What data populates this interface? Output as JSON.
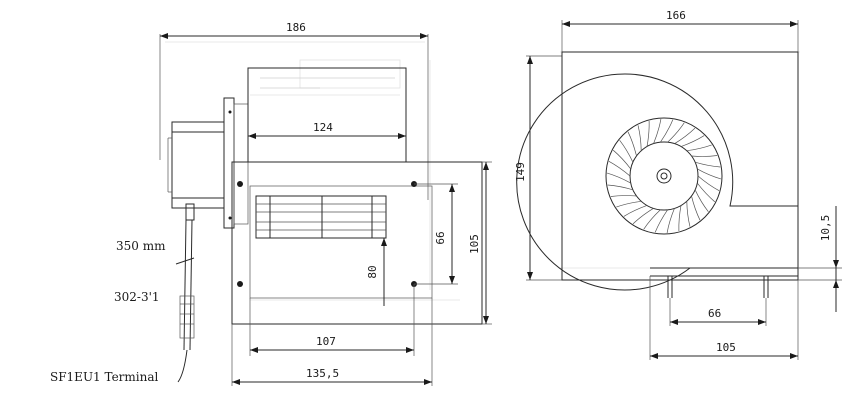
{
  "side_view": {
    "dims": {
      "overall_width": "186",
      "outlet_width": "124",
      "inner_height": "66",
      "flange_height": "105",
      "outlet_height": "80",
      "hole_spacing": "107",
      "flange_width": "135,5"
    },
    "annotations": {
      "cable_length": "350 mm",
      "cable_code": "302-3'1",
      "terminal": "SF1EU1 Terminal"
    }
  },
  "front_view": {
    "dims": {
      "overall_width": "166",
      "overall_height": "149",
      "mount_offset": "10,5",
      "mount_spacing": "66",
      "base_width": "105"
    }
  }
}
